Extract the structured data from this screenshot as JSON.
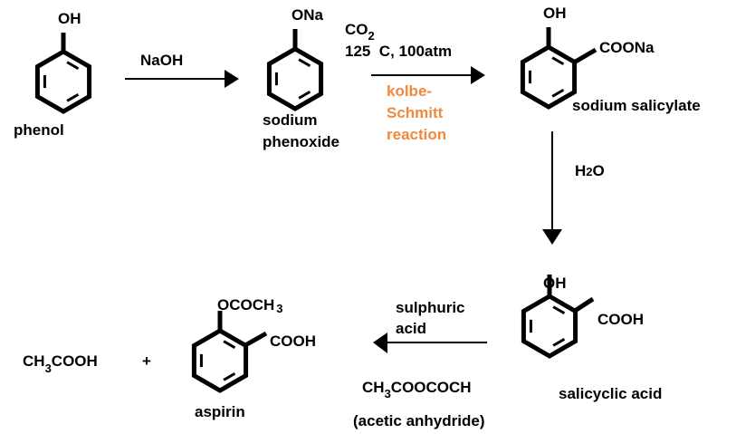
{
  "compounds": {
    "phenol": {
      "label": "phenol",
      "group": "OH"
    },
    "sodium_phenoxide": {
      "label1": "sodium",
      "label2": "phenoxide",
      "group": "ONa"
    },
    "sodium_salicylate": {
      "label": "sodium salicylate",
      "group1": "OH",
      "group2": "COONa"
    },
    "salicylic_acid": {
      "label": "salicyclic acid",
      "group1": "OH",
      "group2": "COOH"
    },
    "aspirin": {
      "label": "aspirin",
      "group1": "OCOCH",
      "group1_sub": "3",
      "group2": "COOH"
    },
    "acetic_acid": {
      "pre": "CH",
      "sub": "3",
      "post": "COOH"
    },
    "plus": "+"
  },
  "steps": {
    "step1": {
      "reagent": "NaOH"
    },
    "step2": {
      "reagent1": "CO",
      "reagent1_sub": "2",
      "conditions": "125  C, 100atm",
      "name1": "kolbe-",
      "name2": "Schmitt",
      "name3": "reaction",
      "name_color": "#f0883e"
    },
    "step3": {
      "reagent": "H",
      "reagent_sub": "2",
      "reagent_post": "O"
    },
    "step4": {
      "catalyst1": "sulphuric",
      "catalyst2": "acid",
      "reagent_pre": "CH",
      "reagent_sub": "3",
      "reagent_post": "COOCOCH",
      "reagent_name": "(acetic anhydride)"
    }
  }
}
